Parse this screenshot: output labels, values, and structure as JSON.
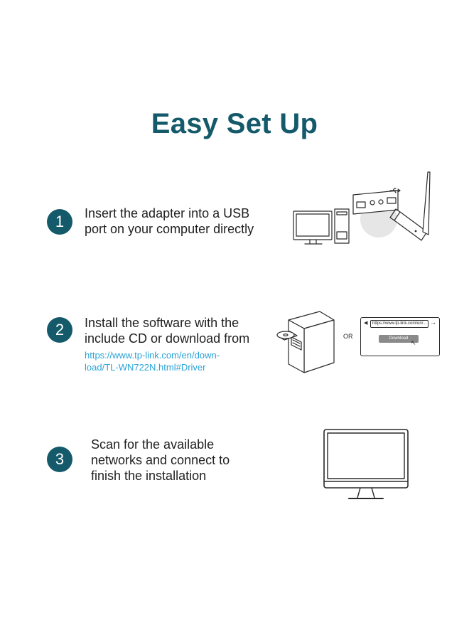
{
  "title": "Easy Set Up",
  "steps": [
    {
      "number": "1",
      "lines": [
        "Insert the adapter into a USB",
        "port on your computer directly"
      ]
    },
    {
      "number": "2",
      "lines": [
        "Install the software with the",
        "include CD or download from"
      ],
      "link_lines": [
        "https://www.tp-link.com/en/down-",
        "load/TL-WN722N.html#Driver"
      ]
    },
    {
      "number": "3",
      "lines": [
        "Scan for the available",
        "networks and connect to",
        "finish the installation"
      ]
    }
  ],
  "illustration2": {
    "or_label": "OR",
    "browser_url": "https://www.tp-link.com/en/...",
    "download_button": "Download"
  },
  "colors": {
    "accent": "#155a6a",
    "link": "#2aa3d6",
    "usb_circle": "#e6e6e6",
    "button": "#8a8a8a"
  },
  "icons": [
    "computer-usb-adapter-illustration",
    "pc-cd-drive-illustration",
    "browser-download-illustration",
    "monitor-illustration"
  ]
}
